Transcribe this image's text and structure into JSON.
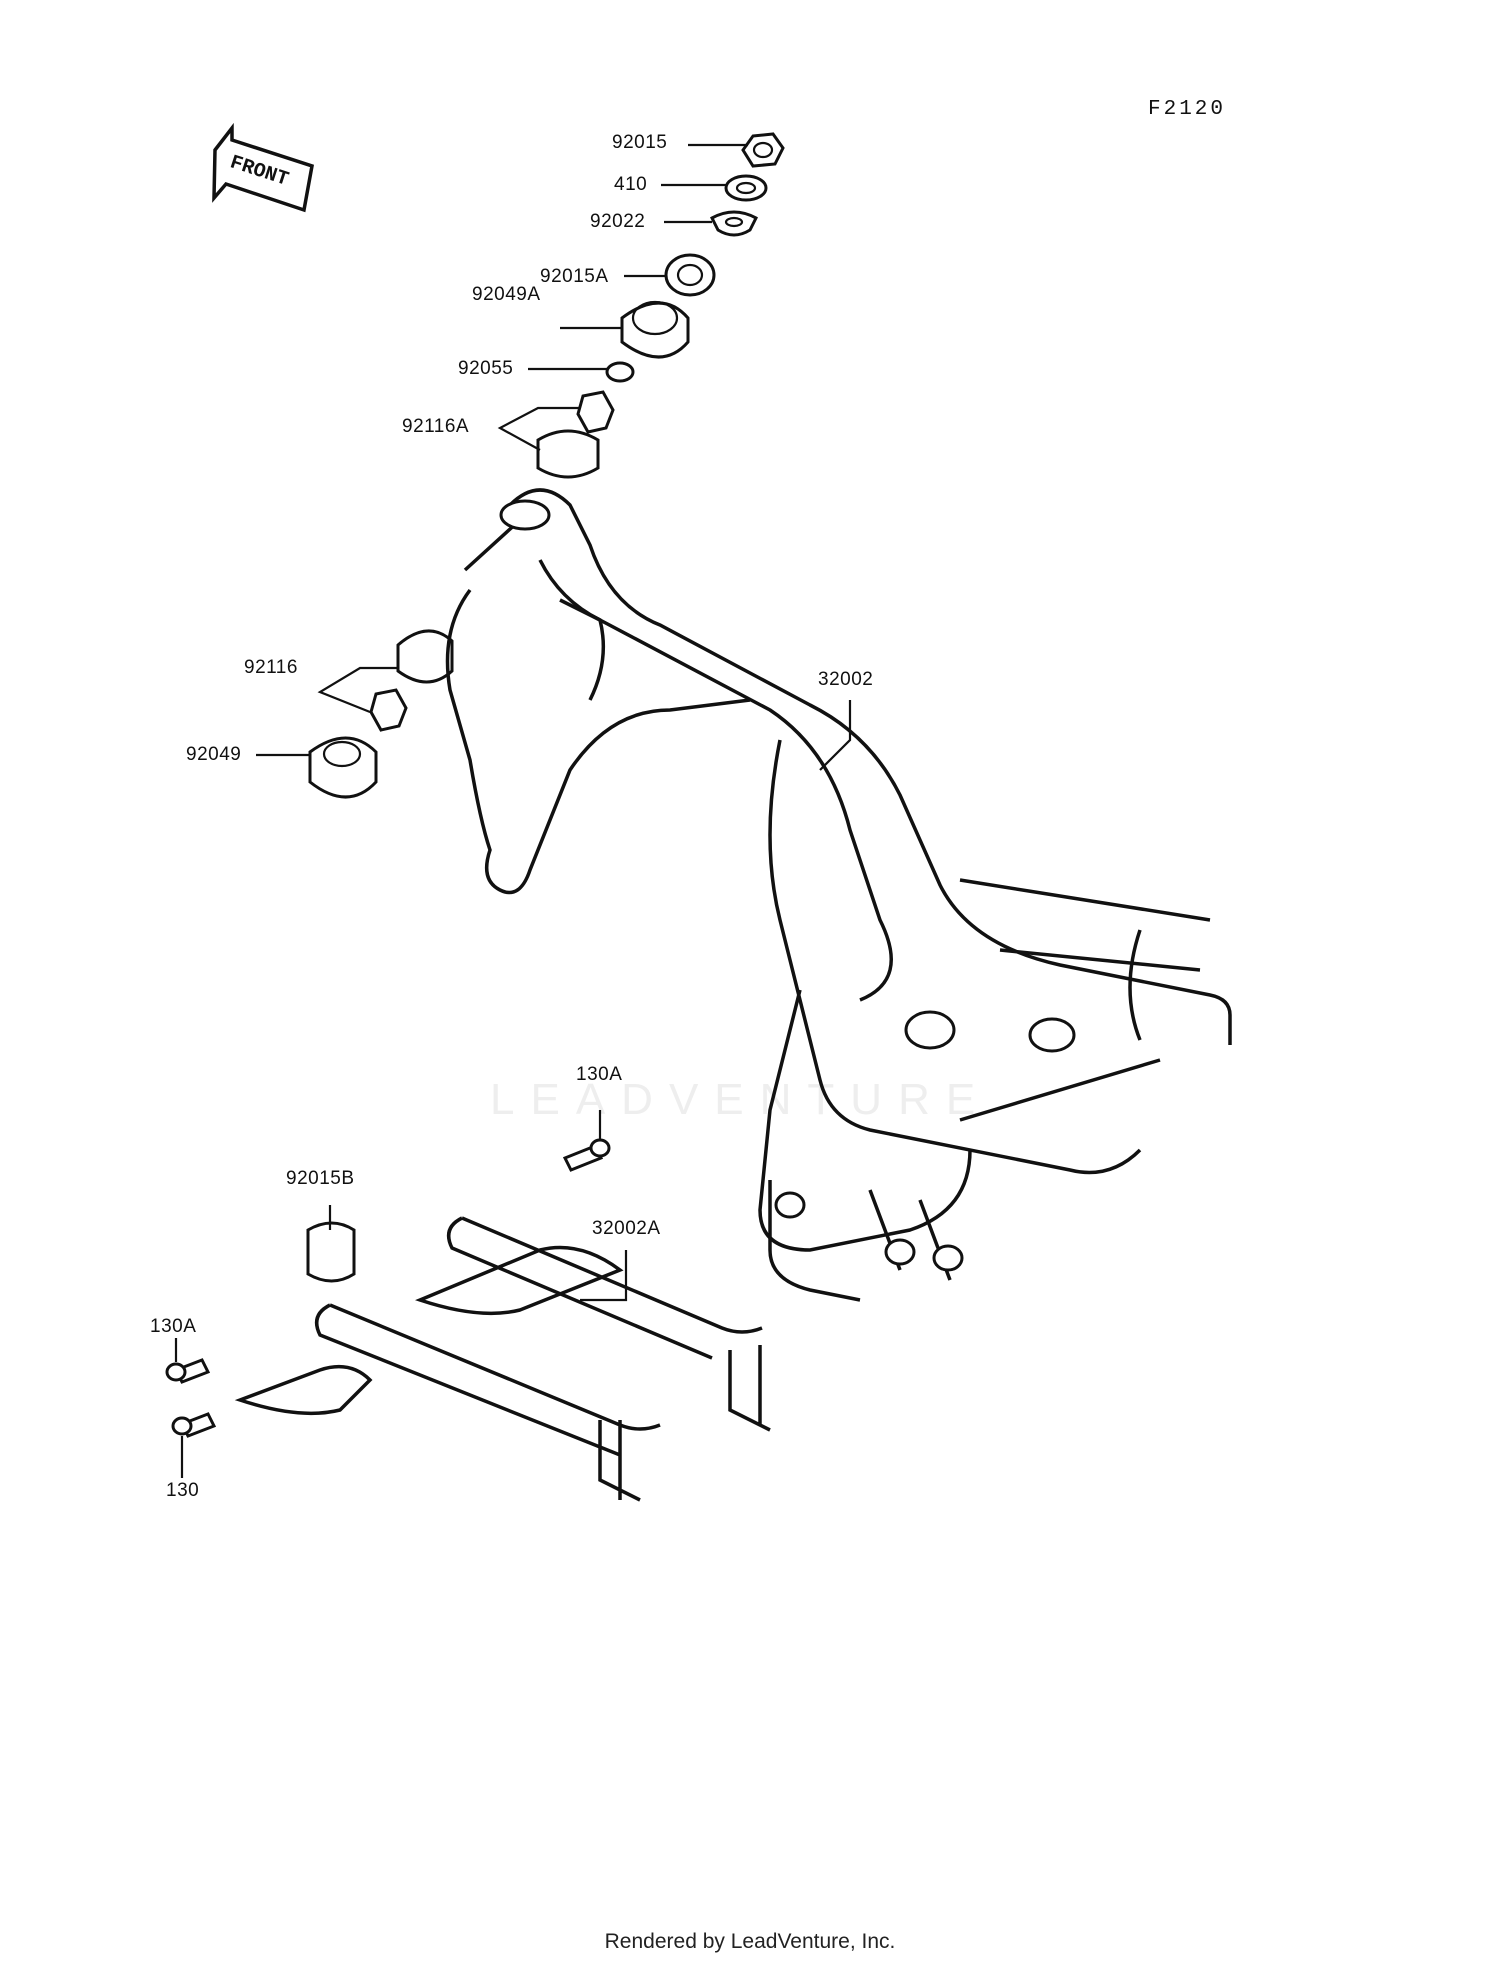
{
  "diagram": {
    "code": "F2120",
    "front_label": "FRONT",
    "footer": "Rendered by LeadVenture, Inc.",
    "watermark": "LEADVENTURE",
    "parts": [
      {
        "id": "p92015",
        "label": "92015"
      },
      {
        "id": "p410",
        "label": "410"
      },
      {
        "id": "p92022",
        "label": "92022"
      },
      {
        "id": "p92015A",
        "label": "92015A"
      },
      {
        "id": "p92049A",
        "label": "92049A"
      },
      {
        "id": "p92055",
        "label": "92055"
      },
      {
        "id": "p92116A",
        "label": "92116A"
      },
      {
        "id": "p92116",
        "label": "92116"
      },
      {
        "id": "p92049",
        "label": "92049"
      },
      {
        "id": "p32002",
        "label": "32002"
      },
      {
        "id": "p130A_top",
        "label": "130A"
      },
      {
        "id": "p92015B",
        "label": "92015B"
      },
      {
        "id": "p32002A",
        "label": "32002A"
      },
      {
        "id": "p130A_left",
        "label": "130A"
      },
      {
        "id": "p130",
        "label": "130"
      }
    ]
  }
}
